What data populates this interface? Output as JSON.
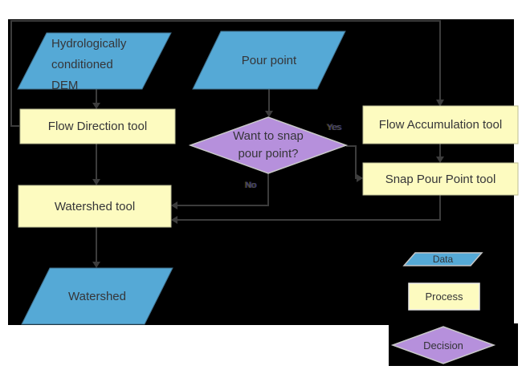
{
  "diagram": {
    "nodes": {
      "dem": {
        "label": "Hydrologically\nconditioned\nDEM",
        "type": "data"
      },
      "pour_point": {
        "label": "Pour point",
        "type": "data"
      },
      "flow_direction": {
        "label": "Flow Direction tool",
        "type": "process"
      },
      "flow_accumulation": {
        "label": "Flow Accumulation tool",
        "type": "process"
      },
      "snap_pour_point": {
        "label": "Snap Pour Point tool",
        "type": "process"
      },
      "snap_decision": {
        "label": "Want to snap\npour point?",
        "type": "decision"
      },
      "watershed_tool": {
        "label": "Watershed tool",
        "type": "process"
      },
      "watershed": {
        "label": "Watershed",
        "type": "data"
      }
    },
    "edge_labels": {
      "yes": "Yes",
      "no": "No"
    },
    "legend": {
      "data": "Data",
      "process": "Process",
      "decision": "Decision"
    }
  },
  "colors": {
    "panel_background": "#000000",
    "data_fill": "#55a9d6",
    "data_stroke": "#3f6f8c",
    "process_fill": "#fdfbc0",
    "process_stroke": "#bcbc96",
    "decision_fill": "#b690dc",
    "decision_stroke": "#c9c9c9",
    "connector": "#3c3c3c"
  }
}
